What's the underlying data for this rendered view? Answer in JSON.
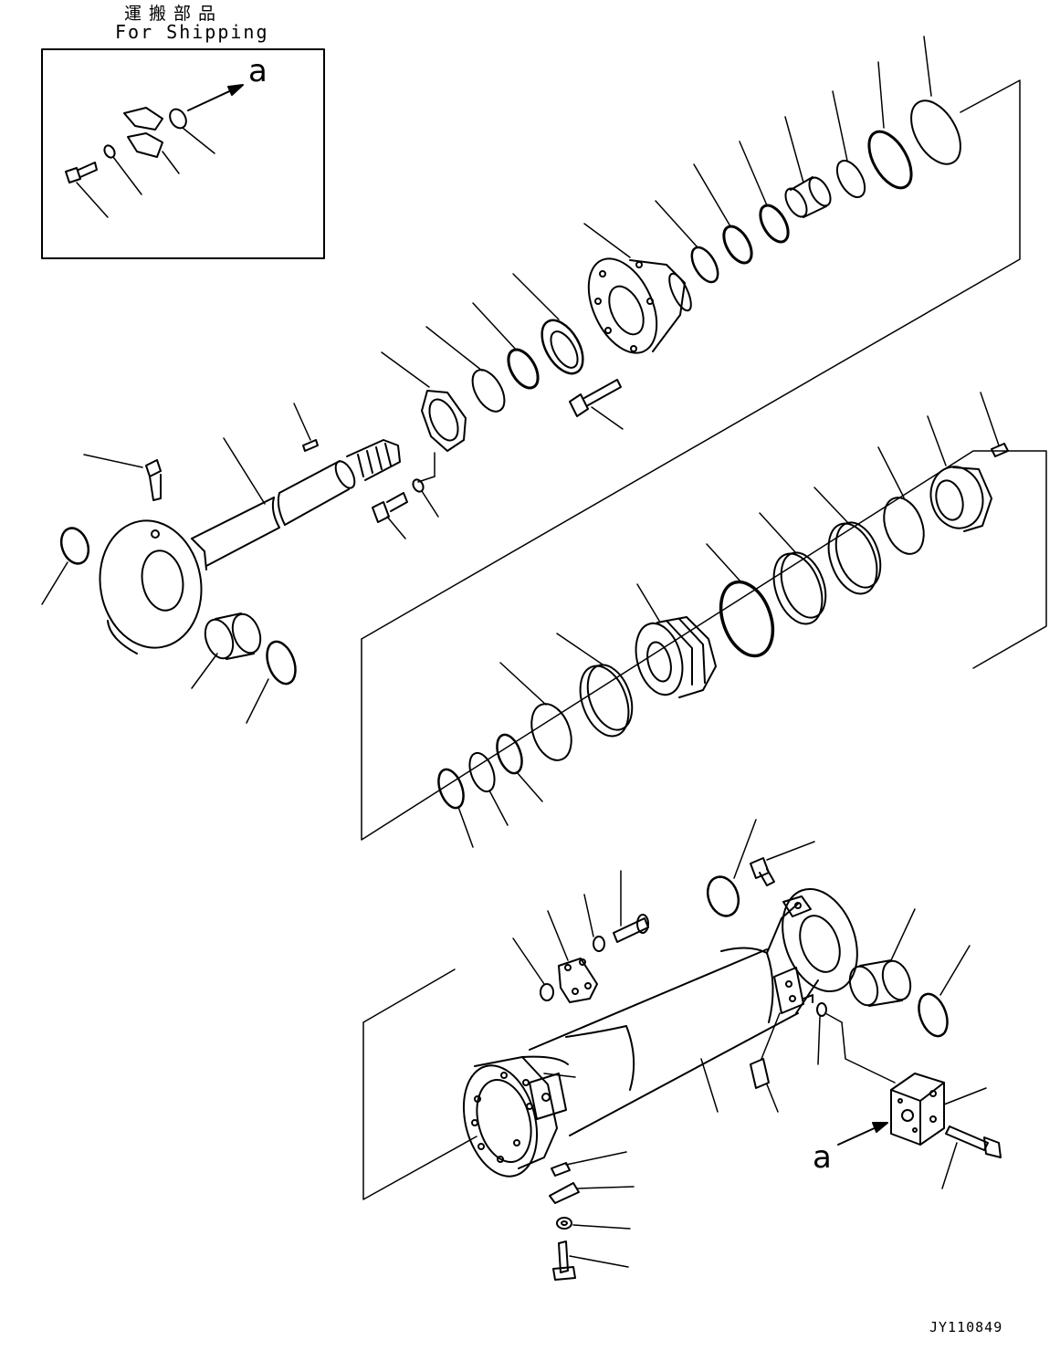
{
  "header": {
    "title_jp": "運搬部品",
    "title_en": "For Shipping"
  },
  "callouts": {
    "view_ref_inset": "a",
    "view_ref_body": "a"
  },
  "footer": {
    "drawing_number": "JY110849"
  },
  "colors": {
    "line": "#000000",
    "background": "#ffffff"
  }
}
